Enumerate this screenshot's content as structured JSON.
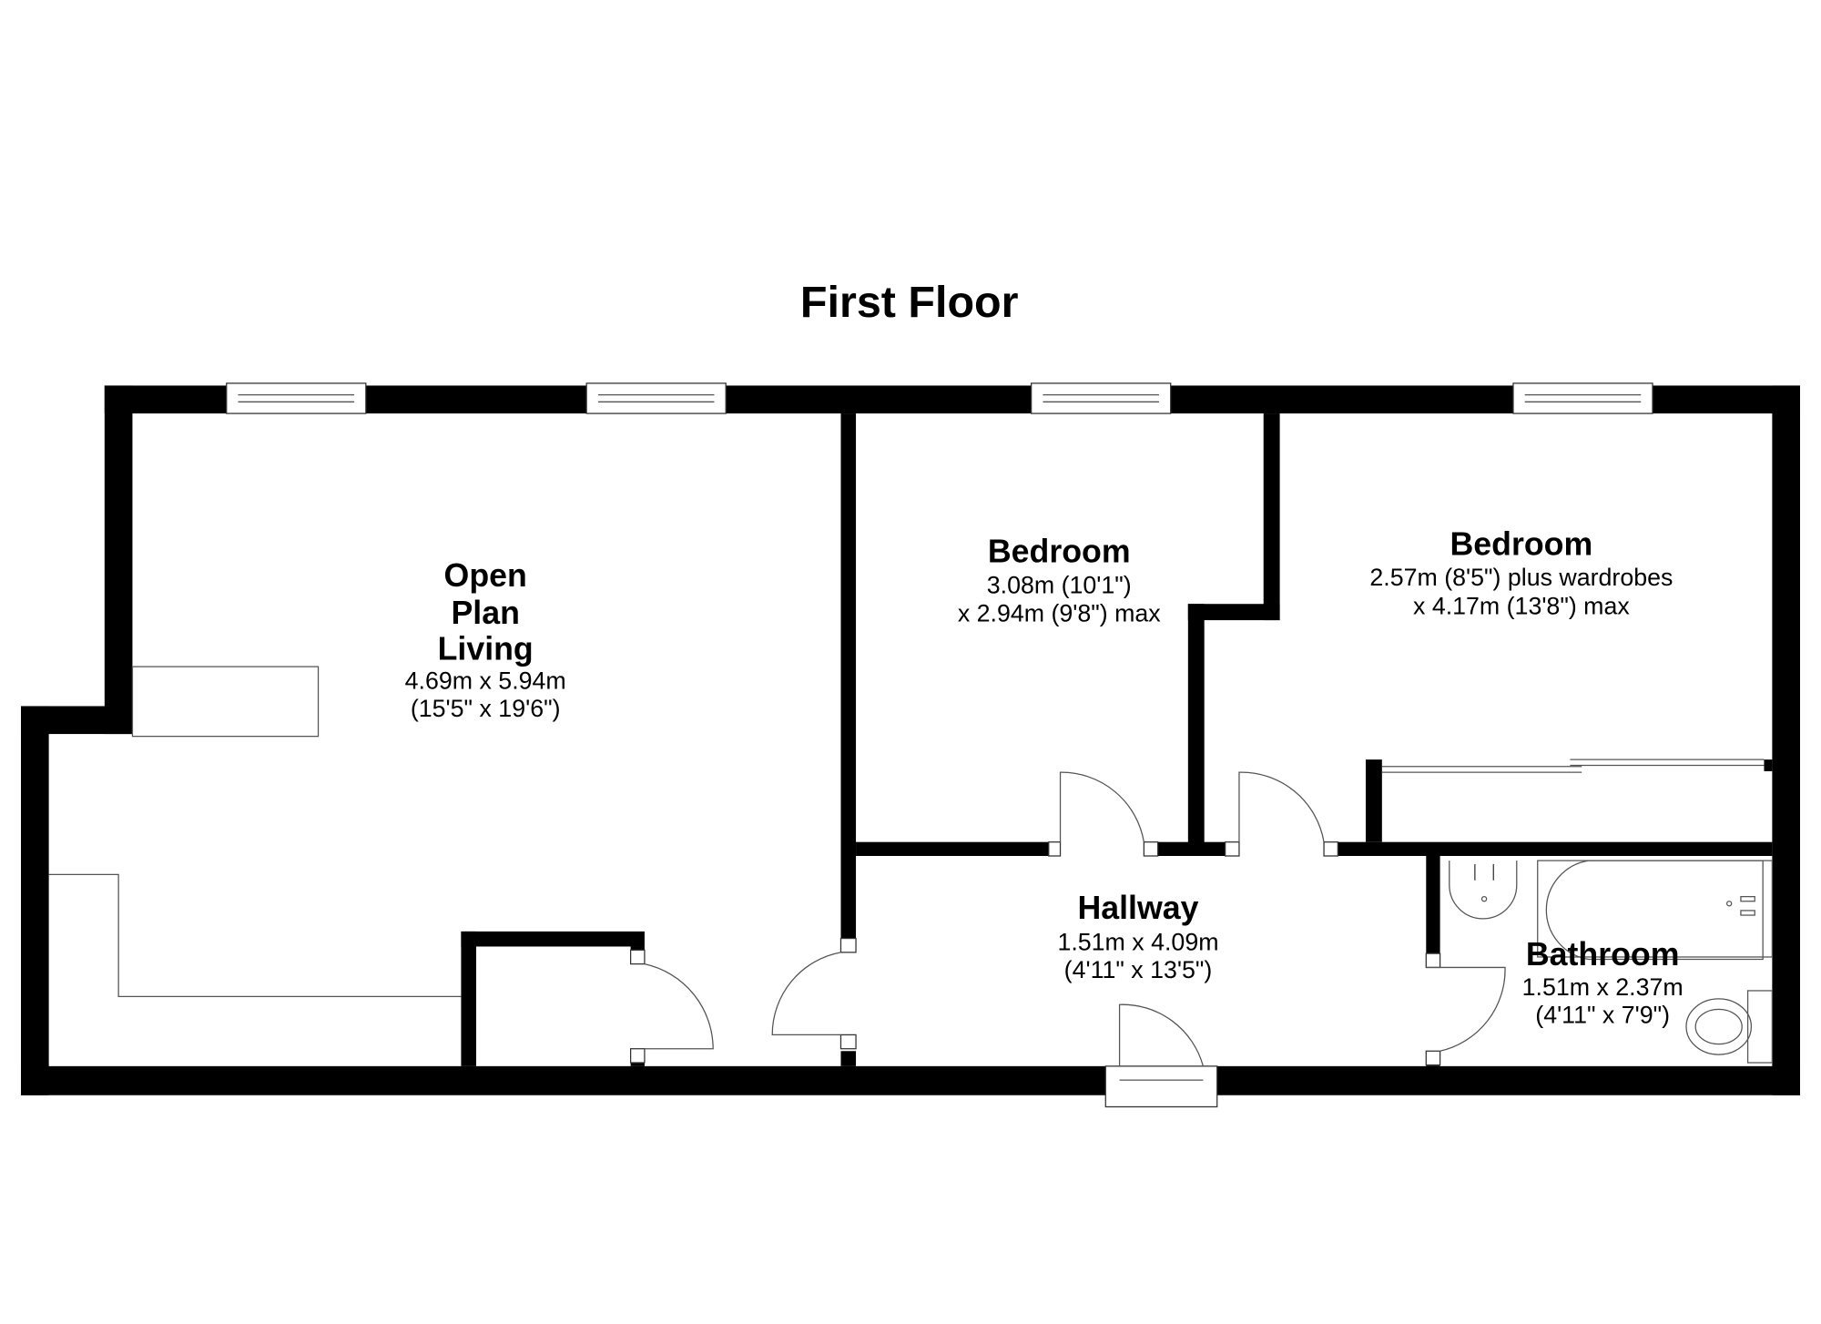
{
  "title": "First Floor",
  "rooms": {
    "living": {
      "name_lines": [
        "Open",
        "Plan",
        "Living"
      ],
      "dims": "4.69m x 5.94m",
      "dims_imperial": "(15'5\" x 19'6\")"
    },
    "bedroom1": {
      "name": "Bedroom",
      "dims": "3.08m (10'1\")",
      "dims2": "x 2.94m (9'8\") max"
    },
    "bedroom2": {
      "name": "Bedroom",
      "dims": "2.57m (8'5\") plus wardrobes",
      "dims2": "x 4.17m (13'8\") max"
    },
    "hallway": {
      "name": "Hallway",
      "dims": "1.51m x 4.09m",
      "dims_imperial": "(4'11\" x 13'5\")"
    },
    "bathroom": {
      "name": "Bathroom",
      "dims": "1.51m x 2.37m",
      "dims_imperial": "(4'11\" x 7'9\")"
    }
  }
}
